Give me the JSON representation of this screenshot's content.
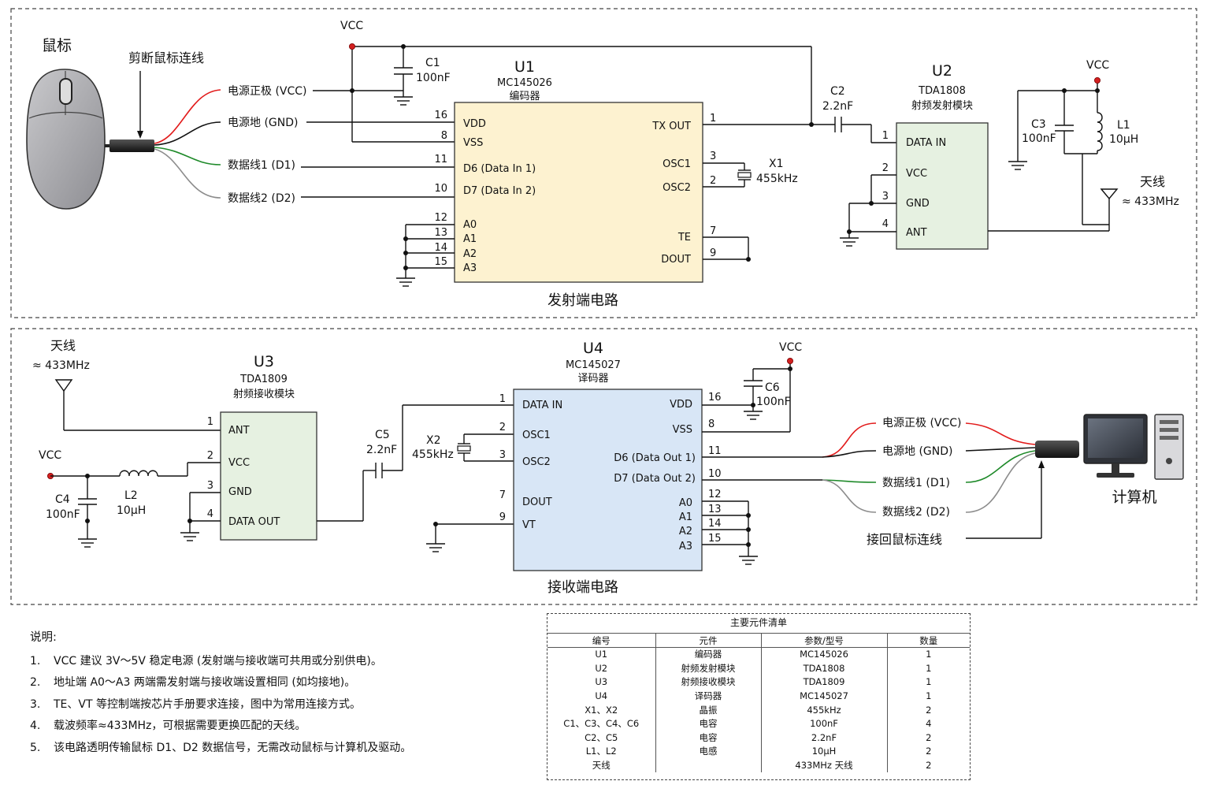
{
  "tx": {
    "mouse_label": "鼠标",
    "cut_label": "剪断鼠标连线",
    "wires": [
      "电源正极 (VCC)",
      "电源地 (GND)",
      "数据线1 (D1)",
      "数据线2 (D2)"
    ],
    "vcc": "VCC",
    "c1": {
      "ref": "C1",
      "value": "100nF"
    },
    "u1": {
      "ref": "U1",
      "part": "MC145026",
      "desc": "编码器",
      "left_pins": [
        {
          "num": "16",
          "name": "VDD"
        },
        {
          "num": "8",
          "name": "VSS"
        },
        {
          "num": "11",
          "name": "D6 (Data In 1)"
        },
        {
          "num": "10",
          "name": "D7 (Data In 2)"
        },
        {
          "num": "12",
          "name": "A0"
        },
        {
          "num": "13",
          "name": "A1"
        },
        {
          "num": "14",
          "name": "A2"
        },
        {
          "num": "15",
          "name": "A3"
        }
      ],
      "right_pins": [
        {
          "num": "1",
          "name": "TX OUT"
        },
        {
          "num": "2",
          "name": "OSC1"
        },
        {
          "num": "3",
          "name": "OSC2"
        },
        {
          "num": "7",
          "name": "TE"
        },
        {
          "num": "9",
          "name": "DOUT"
        }
      ]
    },
    "x1": {
      "ref": "X1",
      "value": "455kHz"
    },
    "c2": {
      "ref": "C2",
      "value": "2.2nF"
    },
    "u2": {
      "ref": "U2",
      "part": "TDA1808",
      "desc": "射频发射模块",
      "pins": [
        {
          "num": "1",
          "name": "DATA IN"
        },
        {
          "num": "2",
          "name": "VCC"
        },
        {
          "num": "3",
          "name": "GND"
        },
        {
          "num": "4",
          "name": "ANT"
        }
      ]
    },
    "vcc2": "VCC",
    "c3": {
      "ref": "C3",
      "value": "100nF"
    },
    "l1": {
      "ref": "L1",
      "value": "10μH"
    },
    "antenna": {
      "label": "天线",
      "freq": "≈ 433MHz"
    },
    "section_title": "发射端电路"
  },
  "rx": {
    "antenna": {
      "label": "天线",
      "freq": "≈ 433MHz"
    },
    "u3": {
      "ref": "U3",
      "part": "TDA1809",
      "desc": "射频接收模块",
      "pins": [
        {
          "num": "1",
          "name": "ANT"
        },
        {
          "num": "2",
          "name": "VCC"
        },
        {
          "num": "3",
          "name": "GND"
        },
        {
          "num": "4",
          "name": "DATA OUT"
        }
      ]
    },
    "vcc": "VCC",
    "c4": {
      "ref": "C4",
      "value": "100nF"
    },
    "l2": {
      "ref": "L2",
      "value": "10μH"
    },
    "c5": {
      "ref": "C5",
      "value": "2.2nF"
    },
    "x2": {
      "ref": "X2",
      "value": "455kHz"
    },
    "u4": {
      "ref": "U4",
      "part": "MC145027",
      "desc": "译码器",
      "left_pins": [
        {
          "num": "1",
          "name": "DATA IN"
        },
        {
          "num": "2",
          "name": "OSC1"
        },
        {
          "num": "3",
          "name": "OSC2"
        },
        {
          "num": "7",
          "name": "DOUT"
        },
        {
          "num": "9",
          "name": "VT"
        }
      ],
      "right_pins": [
        {
          "num": "16",
          "name": "VDD"
        },
        {
          "num": "8",
          "name": "VSS"
        },
        {
          "num": "11",
          "name": "D6 (Data Out 1)"
        },
        {
          "num": "10",
          "name": "D7 (Data Out 2)"
        },
        {
          "num": "12",
          "name": "A0"
        },
        {
          "num": "13",
          "name": "A1"
        },
        {
          "num": "14",
          "name": "A2"
        },
        {
          "num": "15",
          "name": "A3"
        }
      ]
    },
    "vcc2": "VCC",
    "c6": {
      "ref": "C6",
      "value": "100nF"
    },
    "wires": [
      "电源正极 (VCC)",
      "电源地 (GND)",
      "数据线1 (D1)",
      "数据线2 (D2)"
    ],
    "reconnect_label": "接回鼠标连线",
    "computer_label": "计算机",
    "section_title": "接收端电路"
  },
  "notes": {
    "title": "说明:",
    "items": [
      {
        "num": "1.",
        "text": "VCC 建议 3V～5V 稳定电源 (发射端与接收端可共用或分别供电)。"
      },
      {
        "num": "2.",
        "text": "地址端 A0～A3 两端需发射端与接收端设置相同 (如均接地)。"
      },
      {
        "num": "3.",
        "text": "TE、VT 等控制端按芯片手册要求连接，图中为常用连接方式。"
      },
      {
        "num": "4.",
        "text": "载波频率≈433MHz，可根据需要更换匹配的天线。"
      },
      {
        "num": "5.",
        "text": "该电路透明传输鼠标 D1、D2 数据信号，无需改动鼠标与计算机及驱动。"
      }
    ]
  },
  "bom": {
    "title": "主要元件清单",
    "headers": [
      "编号",
      "元件",
      "参数/型号",
      "数量"
    ],
    "rows": [
      [
        "U1",
        "编码器",
        "MC145026",
        "1"
      ],
      [
        "U2",
        "射频发射模块",
        "TDA1808",
        "1"
      ],
      [
        "U3",
        "射频接收模块",
        "TDA1809",
        "1"
      ],
      [
        "U4",
        "译码器",
        "MC145027",
        "1"
      ],
      [
        "X1、X2",
        "晶振",
        "455kHz",
        "2"
      ],
      [
        "C1、C3、C4、C6",
        "电容",
        "100nF",
        "4"
      ],
      [
        "C2、C5",
        "电容",
        "2.2nF",
        "2"
      ],
      [
        "L1、L2",
        "电感",
        "10μH",
        "2"
      ],
      [
        "天线",
        "",
        "433MHz 天线",
        "2"
      ]
    ]
  },
  "colors": {
    "u1_fill": "#fdf2d0",
    "u2_fill": "#e6f1e1",
    "u3_fill": "#e6f1e1",
    "u4_fill": "#d8e6f6",
    "vcc_wire": "#e21b1b",
    "gnd_wire": "#111111",
    "d1_wire": "#1f8a2a",
    "d2_wire": "#8c8c8c"
  }
}
